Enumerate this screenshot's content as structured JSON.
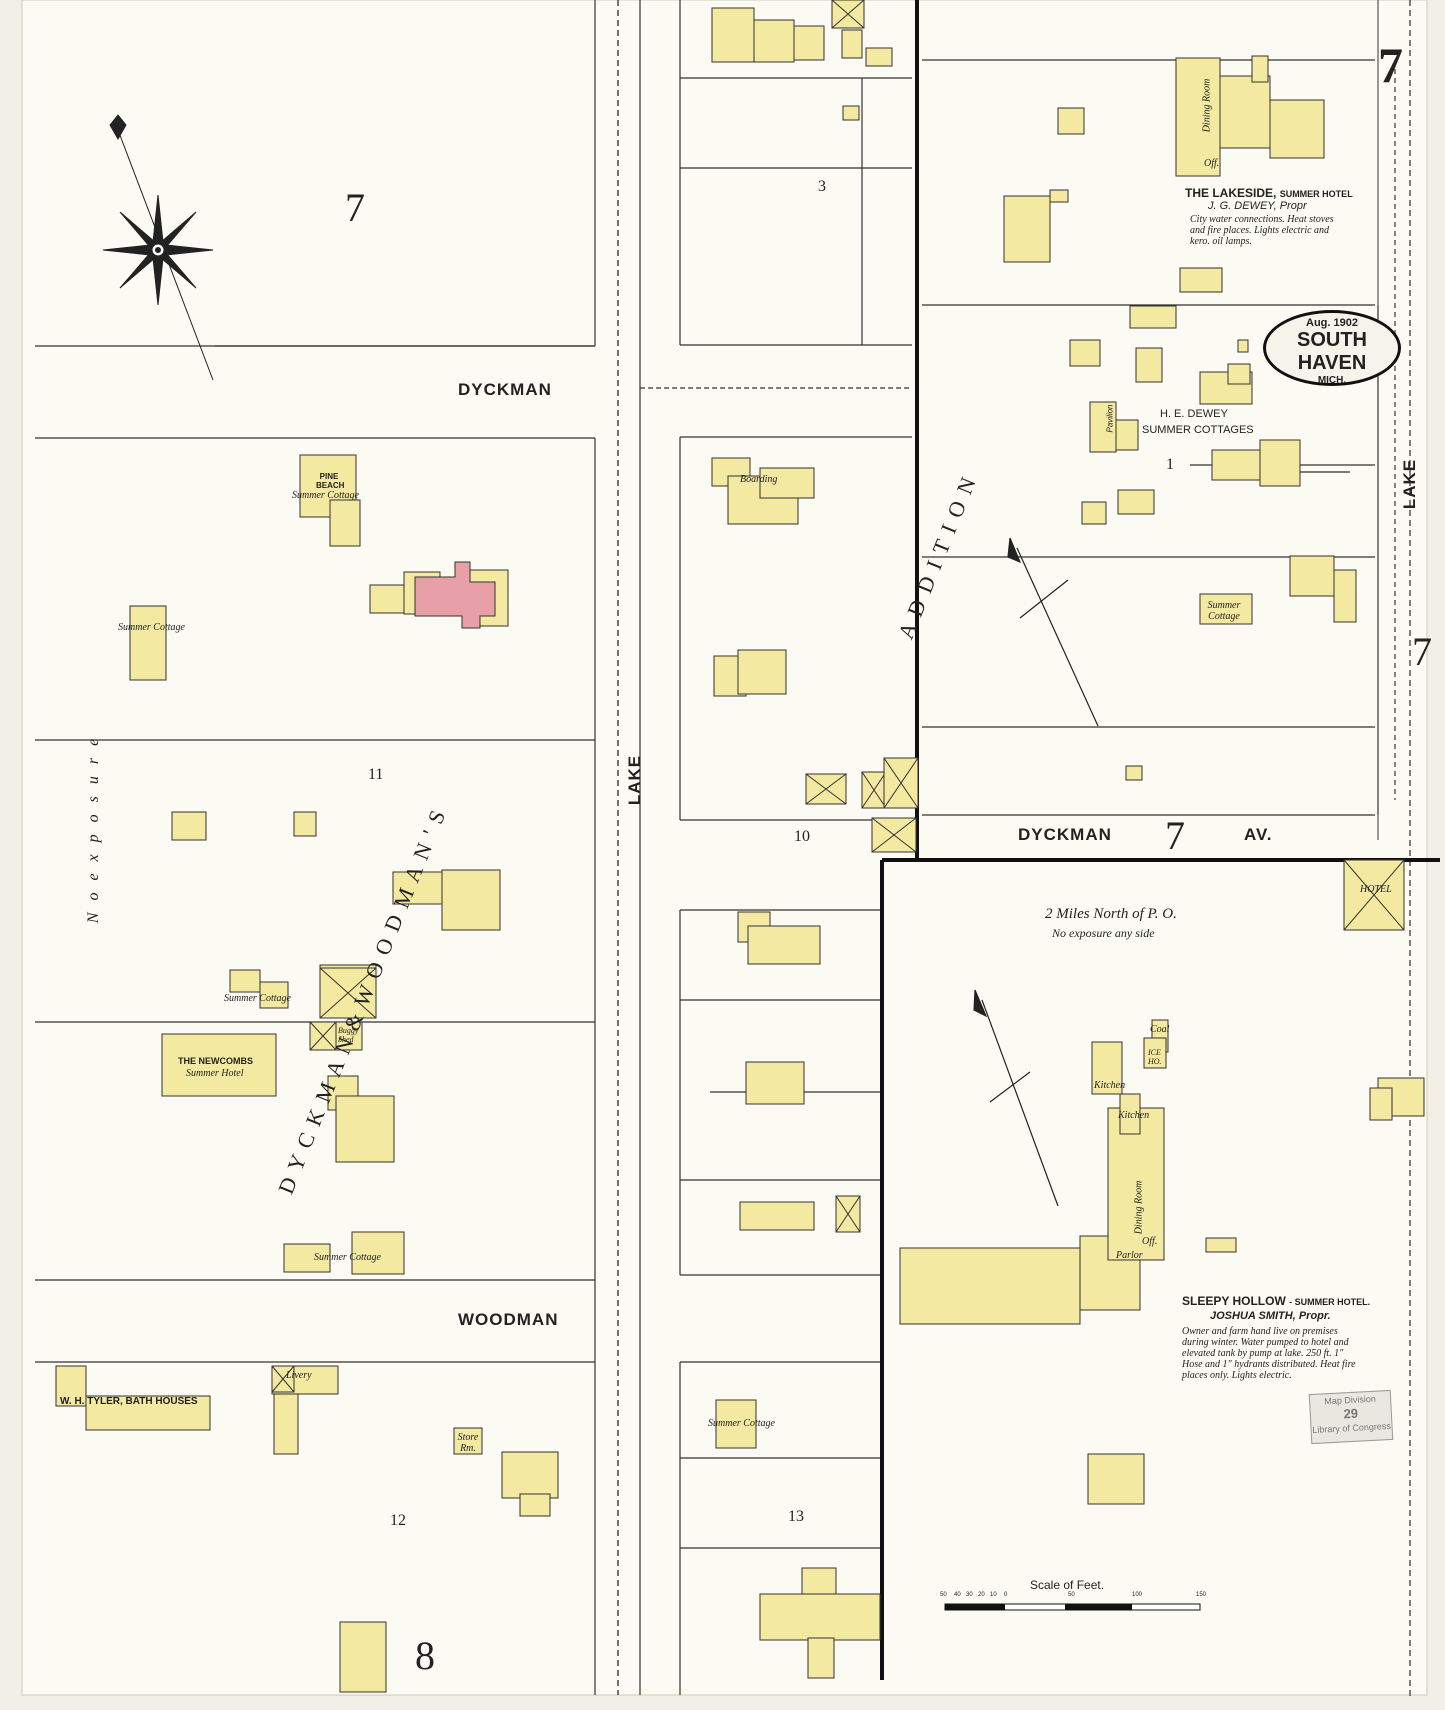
{
  "sheet": {
    "sheet_number": "7",
    "date": "Aug. 1902",
    "city": "SOUTH HAVEN",
    "state": "MICH.",
    "adjacent_sheets": [
      "7",
      "7",
      "7",
      "8"
    ]
  },
  "streets": {
    "dyckman_top": "DYCKMAN",
    "dyckman_av_left": "DYCKMAN",
    "dyckman_av_right": "AV.",
    "woodman": "WOODMAN",
    "lake_center": "LAKE",
    "lake_right": "LAKE",
    "dyckman_diagonal": "D Y C K M A N  &  W O O D M A N ' S",
    "addition": "A D D I T I O N",
    "no_exposure": "N o  e x p o s u r e"
  },
  "blocks": [
    "3",
    "1",
    "11",
    "10",
    "12",
    "13"
  ],
  "buildings": {
    "lakeside_name": "THE LAKESIDE,",
    "lakeside_type": "SUMMER HOTEL",
    "lakeside_owner": "J. G. DEWEY, Propr",
    "lakeside_note": "City water connections. Heat stoves and fire places. Lights electric and kero. oil lamps.",
    "dewey_name": "H. E. DEWEY",
    "dewey_type": "SUMMER COTTAGES",
    "pine_beach": "PINE BEACH",
    "pine_beach_type": "Summer Cottage",
    "newcombs": "THE NEWCOMBS",
    "newcombs_type": "Summer Hotel",
    "tyler": "W. H. TYLER, BATH HOUSES",
    "livery": "Livery",
    "store": "Store Rm.",
    "boarding": "Boarding",
    "buggy_shed": "Buggy Shed",
    "summer_cottage": "Summer Cottage",
    "pavilion": "Pavilion",
    "hotel_box": "HOTEL",
    "sleepy_name": "SLEEPY HOLLOW",
    "sleepy_type": "- SUMMER HOTEL.",
    "sleepy_owner": "JOSHUA SMITH, Propr.",
    "sleepy_note": "Owner and farm hand live on premises during winter. Water pumped to hotel and elevated tank by pump at lake. 250 ft. 1\" Hose and 1\" hydrants distributed. Heat fire places only. Lights electric.",
    "kitchen": "Kitchen",
    "dining_room": "Dining Room",
    "parlor": "Parlor",
    "office": "Off.",
    "coal": "Coal",
    "ice_ho": "ICE HO.",
    "two_miles": "2 Miles North of P. O.",
    "no_exposure_side": "No exposure any side"
  },
  "scale": {
    "title": "Scale of Feet.",
    "ticks": [
      "50",
      "40",
      "30",
      "20",
      "10",
      "0",
      "50",
      "100",
      "150"
    ]
  },
  "stamp": {
    "line1": "Map Division",
    "line2": "29",
    "line3": "Library of Congress"
  },
  "colors": {
    "paper": "#f2f0e6",
    "frame": "#fbfaf3",
    "wood": "#f3e9a0",
    "brick": "#e8a0a8",
    "line": "#1f1f1f"
  }
}
